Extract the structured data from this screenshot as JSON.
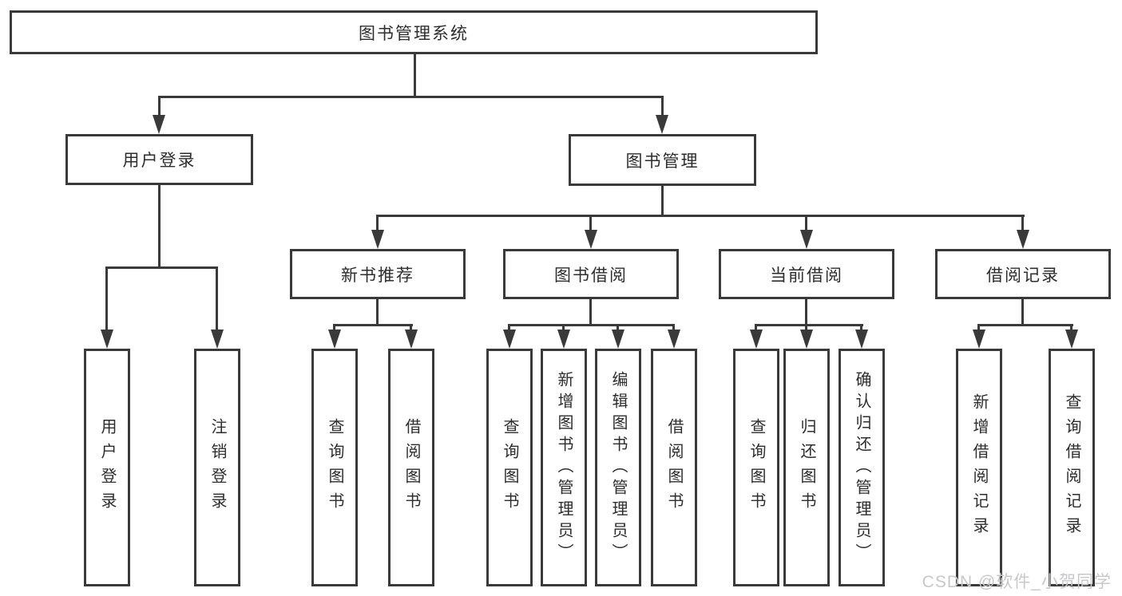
{
  "colors": {
    "line": "#3a3a3a",
    "text": "#2d2d2d",
    "watermark_text": "#c8c8ca",
    "background": "#ffffff"
  },
  "diagram": {
    "title": "图书管理系统",
    "watermark": "CSDN @软件_小贺同学",
    "branches": [
      {
        "label": "用户登录",
        "children": [
          {
            "label": "用户登录"
          },
          {
            "label": "注销登录"
          }
        ]
      },
      {
        "label": "图书管理",
        "children": [
          {
            "label": "新书推荐",
            "children": [
              {
                "label": "查询图书"
              },
              {
                "label": "借阅图书"
              }
            ]
          },
          {
            "label": "图书借阅",
            "children": [
              {
                "label": "查询图书"
              },
              {
                "label": "新增图书（管理员）"
              },
              {
                "label": "编辑图书（管理员）"
              },
              {
                "label": "借阅图书"
              }
            ]
          },
          {
            "label": "当前借阅",
            "children": [
              {
                "label": "查询图书"
              },
              {
                "label": "归还图书"
              },
              {
                "label": "确认归还（管理员）"
              }
            ]
          },
          {
            "label": "借阅记录",
            "children": [
              {
                "label": "新增借阅记录"
              },
              {
                "label": "查询借阅记录"
              }
            ]
          }
        ]
      }
    ]
  }
}
